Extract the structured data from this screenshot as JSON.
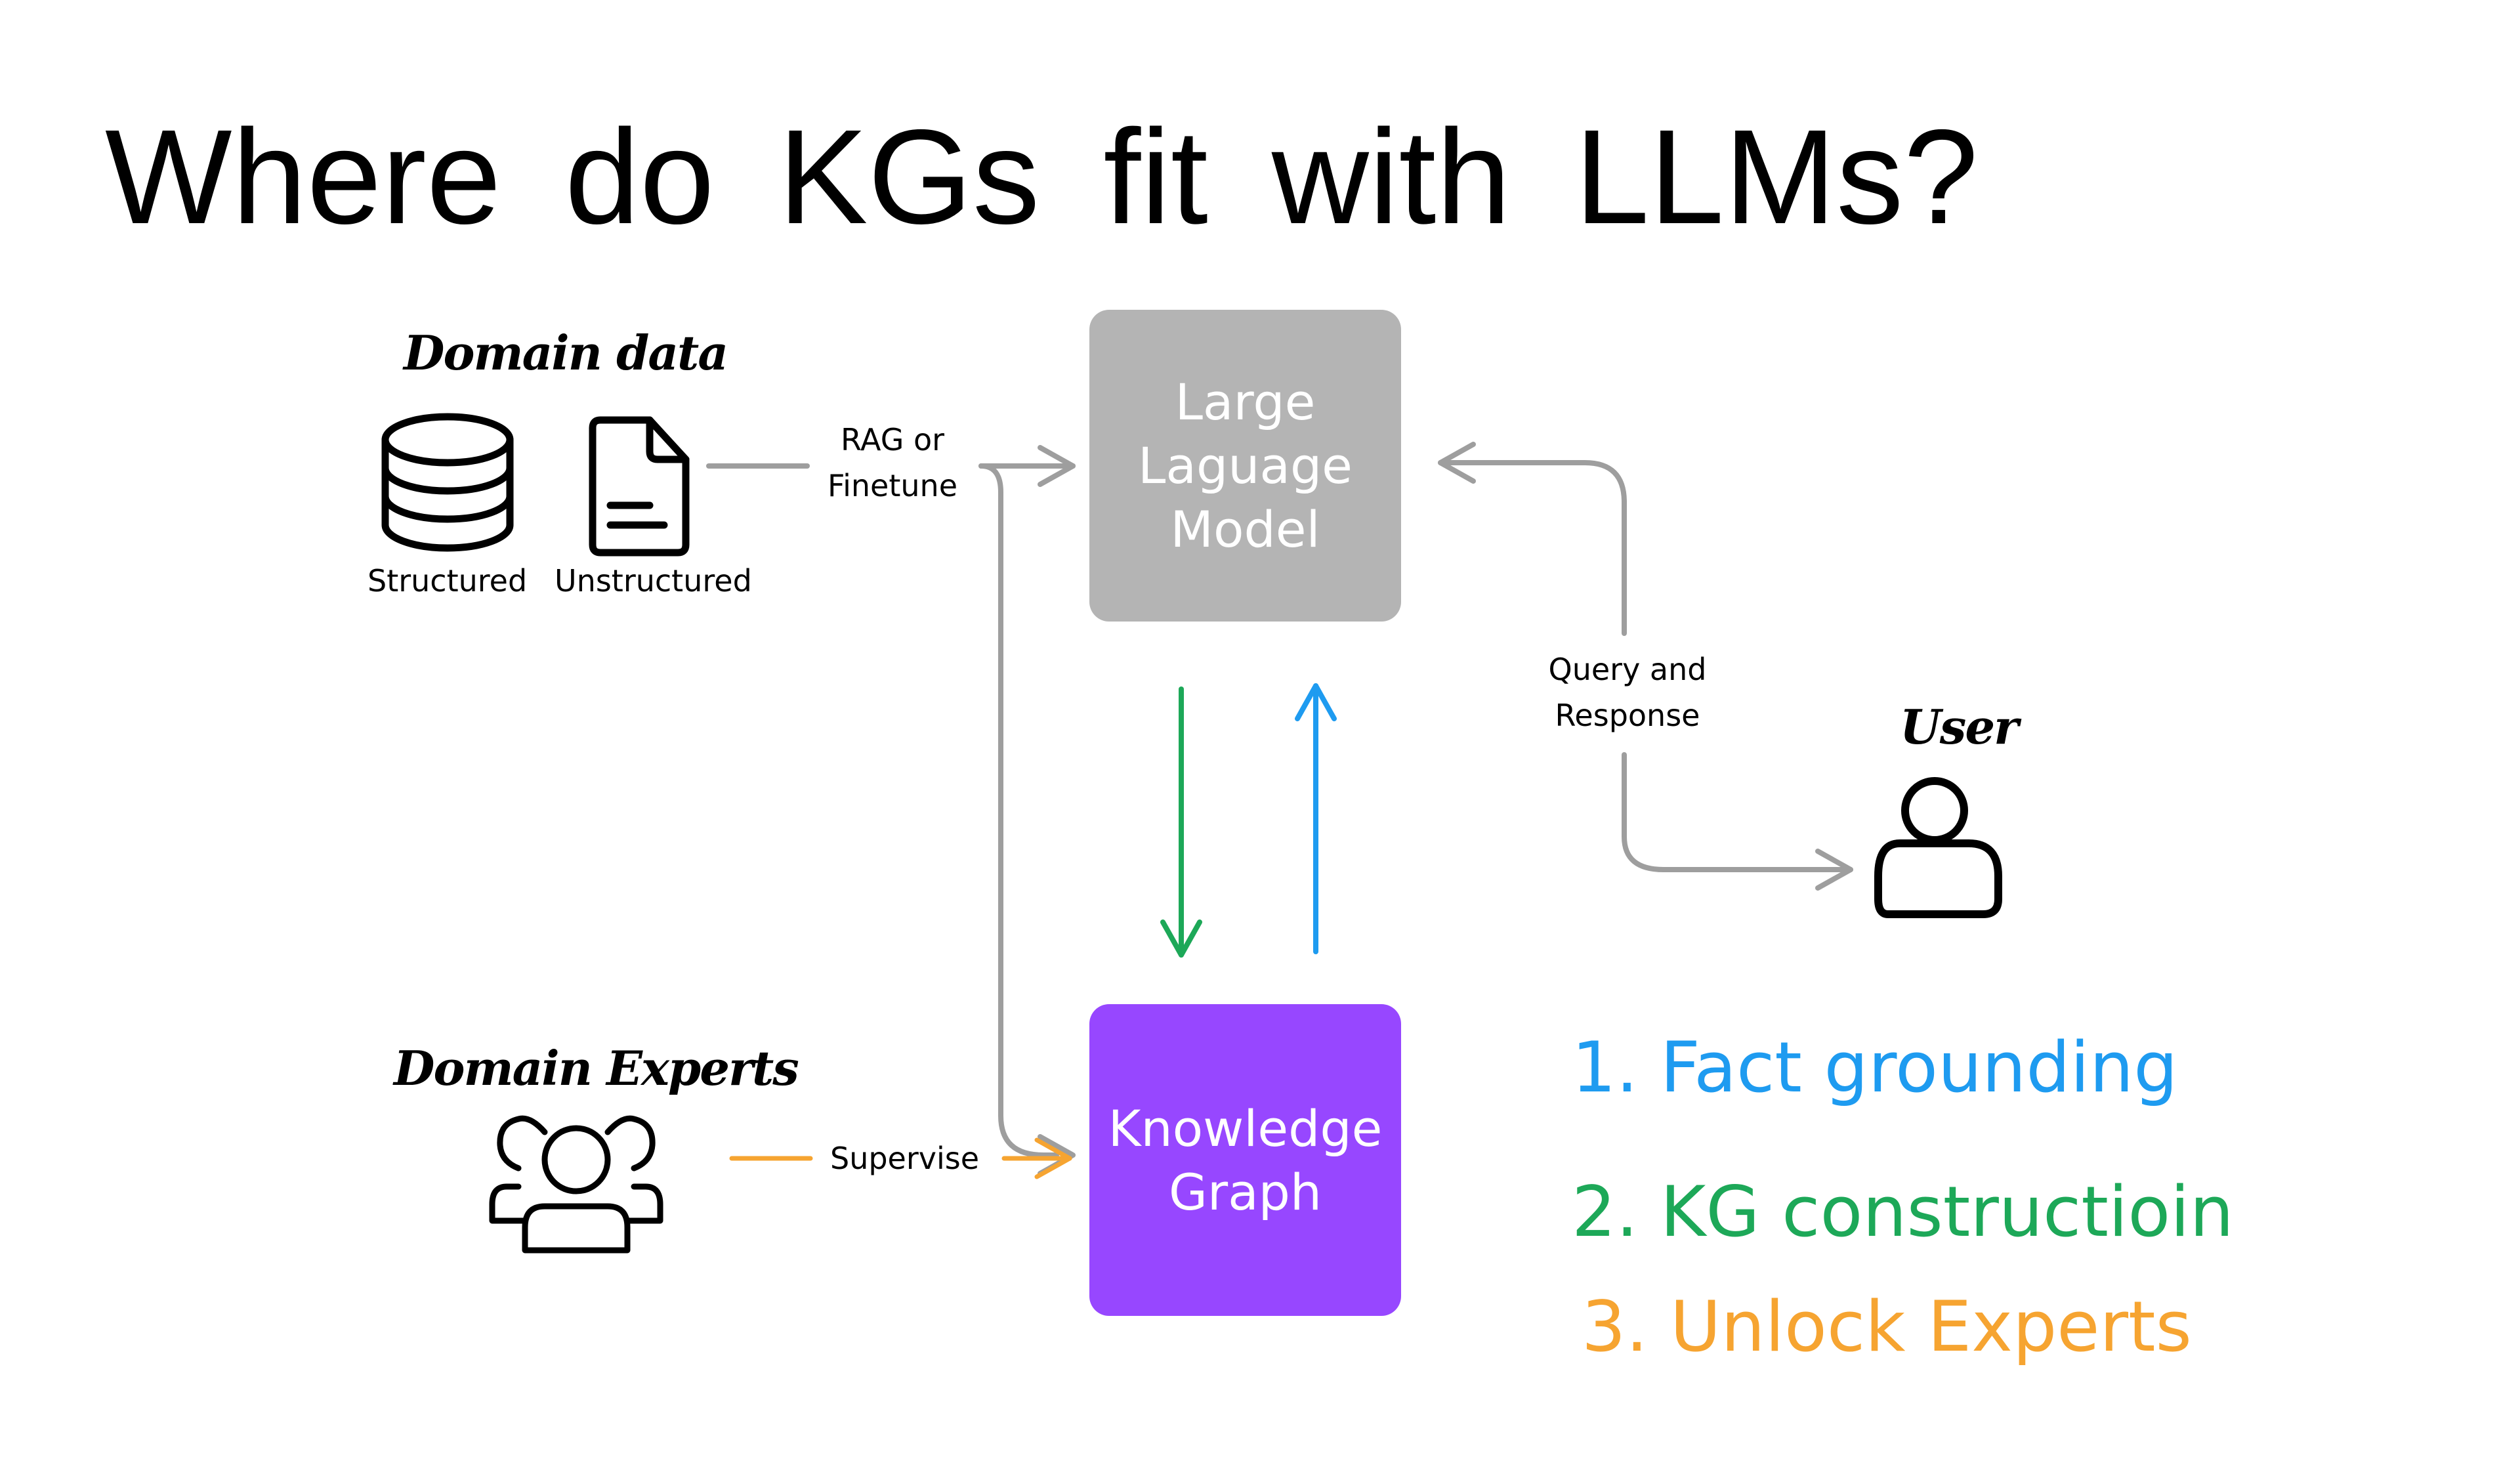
{
  "title": "Where do KGs fit with LLMs?",
  "domain_data": {
    "heading": "Domain data",
    "structured_label": "Structured",
    "unstructured_label": "Unstructured"
  },
  "rag_label": {
    "line1": "RAG or",
    "line2": "Finetune"
  },
  "llm_box": {
    "line1": "Large",
    "line2": "Laguage",
    "line3": "Model",
    "color": "#B4B4B4"
  },
  "kg_box": {
    "line1": "Knowledge",
    "line2": "Graph",
    "color": "#9747FF"
  },
  "query_label": {
    "line1": "Query and",
    "line2": "Response"
  },
  "user_label": "User",
  "experts": {
    "heading": "Domain Experts",
    "supervise_label": "Supervise"
  },
  "legend": {
    "item1": "1. Fact grounding",
    "item2": "2. KG constructioin",
    "item3": "3. Unlock Experts"
  },
  "colors": {
    "blue": "#1E9BF0",
    "green": "#1DA858",
    "orange": "#F6A431",
    "gray_arrow": "#9E9E9E"
  }
}
